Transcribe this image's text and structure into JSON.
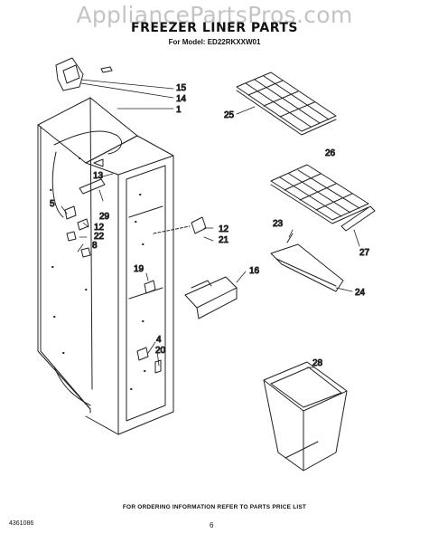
{
  "watermark": "AppliancePartsPros.com",
  "title": "FREEZER LINER PARTS",
  "model_line": "For Model: ED22RKXXW01",
  "footer": {
    "ordering_info": "FOR ORDERING INFORMATION REFER TO PARTS PRICE LIST",
    "document_number": "4361086",
    "page_number": "6"
  },
  "callouts": [
    "15",
    "14",
    "1",
    "25",
    "13",
    "26",
    "5",
    "29",
    "12",
    "22",
    "8",
    "12",
    "21",
    "23",
    "27",
    "16",
    "19",
    "24",
    "28",
    "4",
    "20"
  ],
  "colors": {
    "line": "#222222",
    "watermark": "#c4c4c4"
  }
}
